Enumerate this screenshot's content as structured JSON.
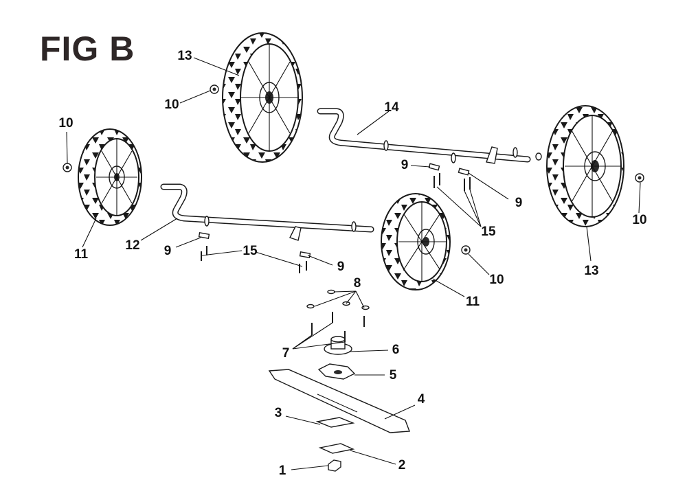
{
  "figure": {
    "title": "FIG B"
  },
  "callouts": {
    "c1": "1",
    "c2": "2",
    "c3": "3",
    "c4": "4",
    "c5": "5",
    "c6": "6",
    "c7": "7",
    "c8": "8",
    "c9a": "9",
    "c9b": "9",
    "c9c": "9",
    "c9d": "9",
    "c10a": "10",
    "c10b": "10",
    "c10c": "10",
    "c10d": "10",
    "c11a": "11",
    "c11b": "11",
    "c12": "12",
    "c13a": "13",
    "c13b": "13",
    "c14": "14",
    "c15a": "15",
    "c15b": "15"
  }
}
